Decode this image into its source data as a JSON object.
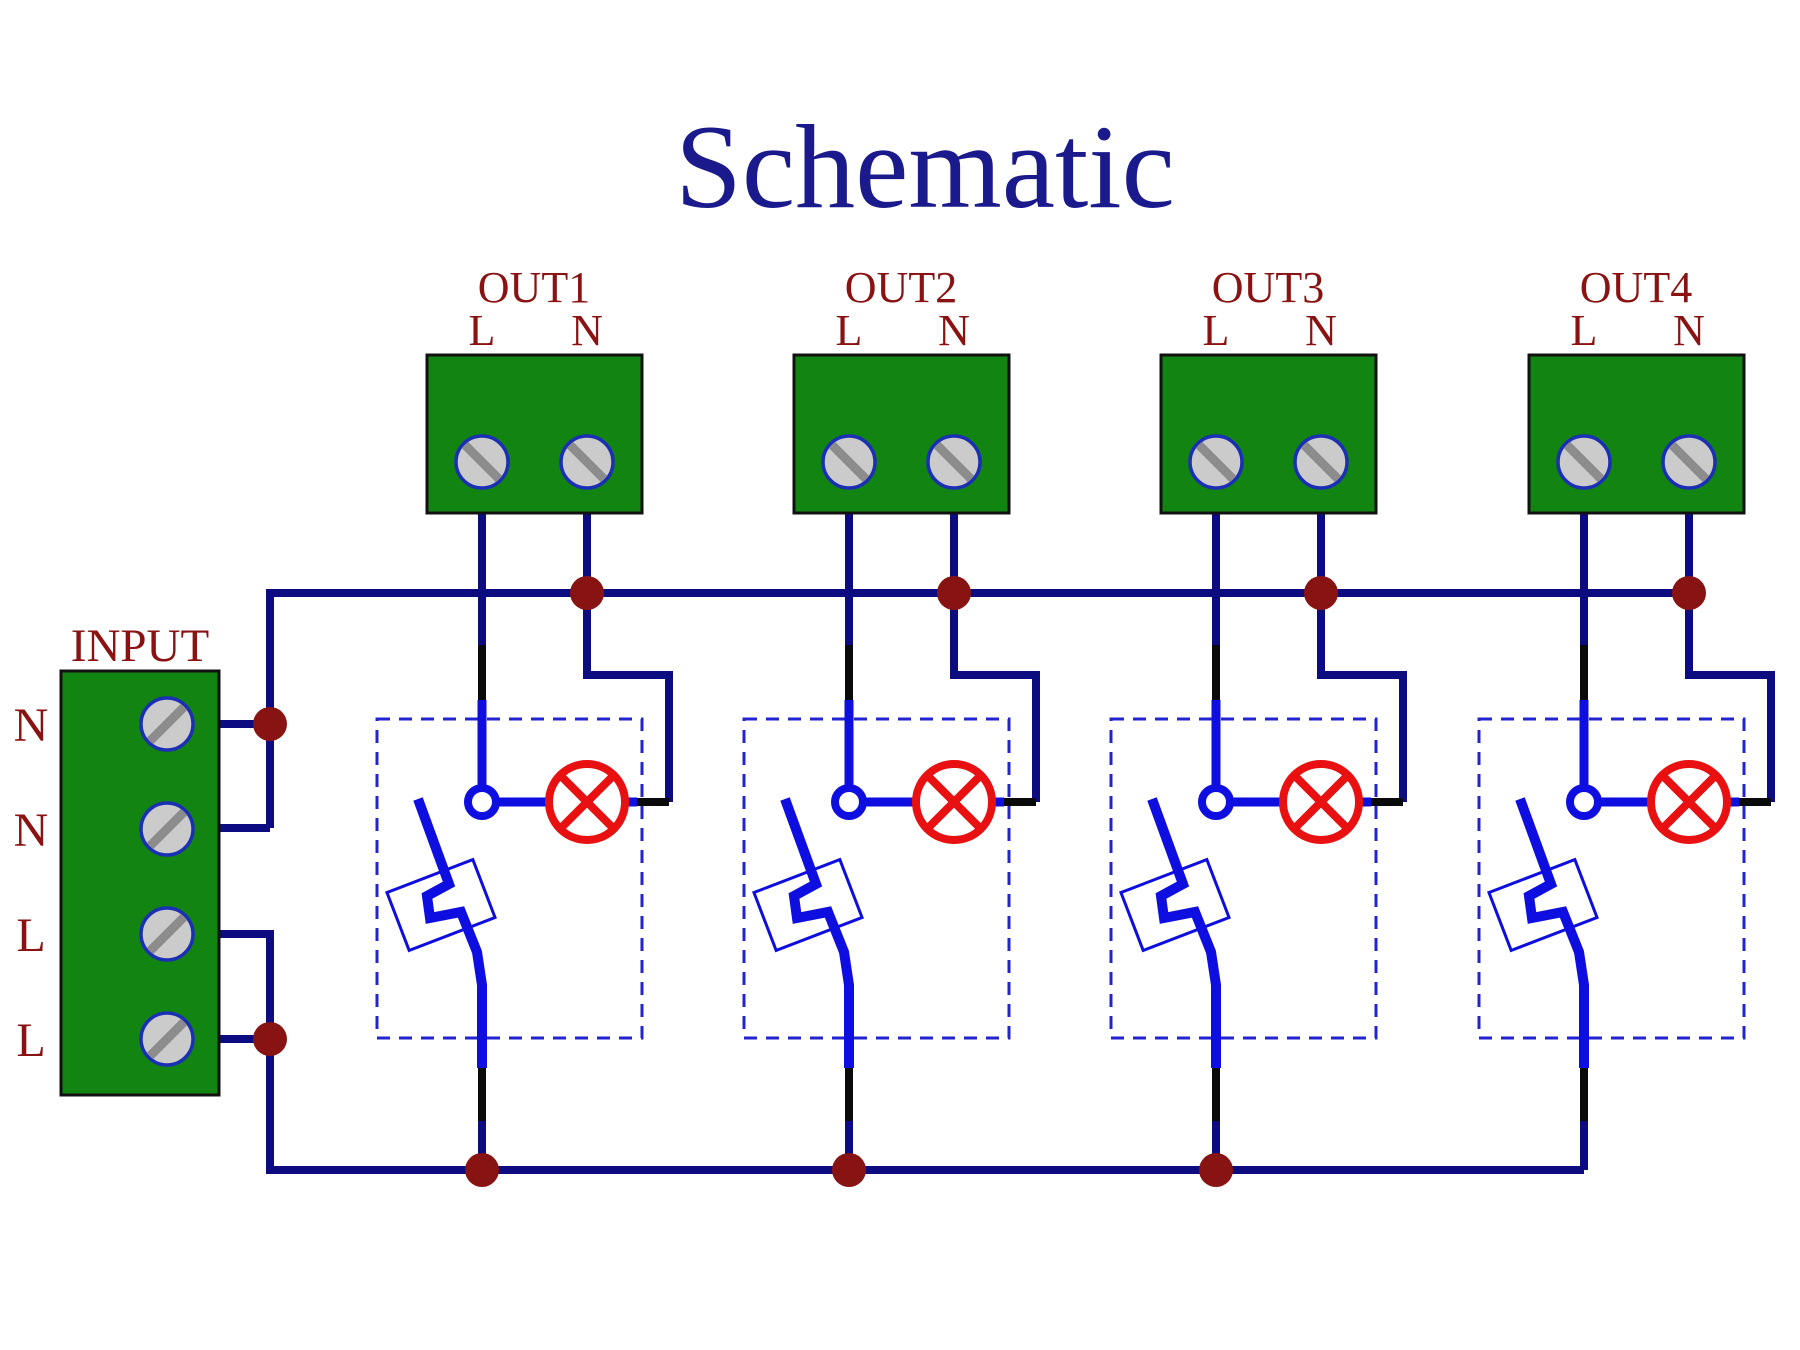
{
  "title": {
    "text": "Schematic"
  },
  "colors": {
    "background": "#ffffff",
    "title_text": "#1a1a8c",
    "label_text": "#8b1212",
    "wire": "#0c0c80",
    "component": "#0e0ee0",
    "joint": "#0a0a0a",
    "module_outline": "#2323cf",
    "terminal_block": "#128412",
    "block_border": "#111111",
    "screw_head": "#cbcbcb",
    "screw_slot": "#8c8c8c",
    "screw_ring": "#1b2fb4",
    "lamp": "#e81010",
    "junction": "#881313",
    "switch_pole_fill": "#ffffff"
  },
  "input_block": {
    "label": "INPUT",
    "terminals": [
      {
        "label": "N"
      },
      {
        "label": "N"
      },
      {
        "label": "L"
      },
      {
        "label": "L"
      }
    ]
  },
  "channels": [
    {
      "name": "OUT1",
      "terminals": [
        {
          "label": "L"
        },
        {
          "label": "N"
        }
      ]
    },
    {
      "name": "OUT2",
      "terminals": [
        {
          "label": "L"
        },
        {
          "label": "N"
        }
      ]
    },
    {
      "name": "OUT3",
      "terminals": [
        {
          "label": "L"
        },
        {
          "label": "N"
        }
      ]
    },
    {
      "name": "OUT4",
      "terminals": [
        {
          "label": "L"
        },
        {
          "label": "N"
        }
      ]
    }
  ]
}
